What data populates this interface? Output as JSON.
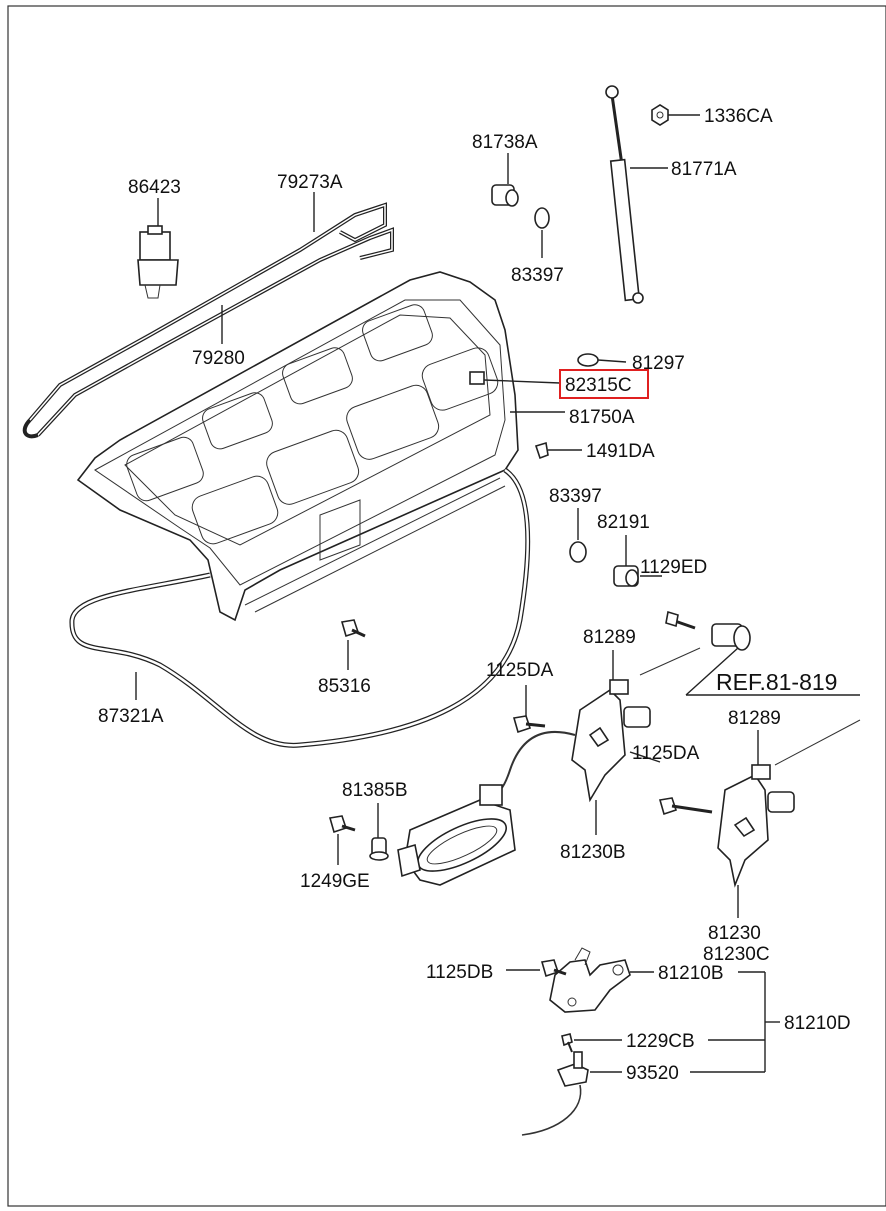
{
  "labels": {
    "p1336CA": "1336CA",
    "p81738A": "81738A",
    "p81771A": "81771A",
    "p86423": "86423",
    "p79273A": "79273A",
    "p83397a": "83397",
    "p79280": "79280",
    "p81297": "81297",
    "p82315C": "82315C",
    "p81750A": "81750A",
    "p1491DA": "1491DA",
    "p83397b": "83397",
    "p82191": "82191",
    "p1129ED": "1129ED",
    "p81289a": "81289",
    "ref": "REF.81-819",
    "p1125DAa": "1125DA",
    "p85316": "85316",
    "p87321A": "87321A",
    "p81289b": "81289",
    "p1125DAb": "1125DA",
    "p81385B": "81385B",
    "p1249GE": "1249GE",
    "p81230B": "81230B",
    "p81230": "81230",
    "p81230C": "81230C",
    "p1125DB": "1125DB",
    "p81210B": "81210B",
    "p81210D": "81210D",
    "p1229CB": "1229CB",
    "p93520": "93520"
  },
  "highlight": {
    "part": "82315C",
    "color": "#e02020"
  }
}
